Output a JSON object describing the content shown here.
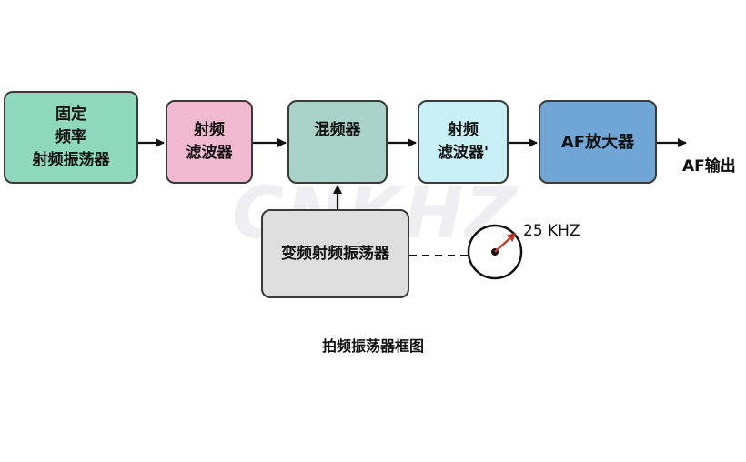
{
  "watermark": "CNKHZ",
  "blocks": {
    "fixed_osc": [
      "固定",
      "频率",
      "射频振荡器"
    ],
    "rf_filter_1": [
      "射频",
      "滤波器"
    ],
    "mixer": [
      "混频器"
    ],
    "rf_filter_2": [
      "射频",
      "滤波器'"
    ],
    "af_amp": [
      "AF放大器"
    ],
    "variable_osc": [
      "变频射频振荡器"
    ]
  },
  "output_label": "AF输出",
  "dial_label": "25 KHZ",
  "caption": "拍频振荡器框图",
  "colors": {
    "fixed_osc": "#8ed8bd",
    "rf_filter_1": "#f1b9cf",
    "mixer": "#a9d2c8",
    "rf_filter_2": "#c9eff7",
    "af_amp": "#6fa6d6",
    "variable_osc": "#dedede",
    "dial_pointer": "#c0392b"
  }
}
